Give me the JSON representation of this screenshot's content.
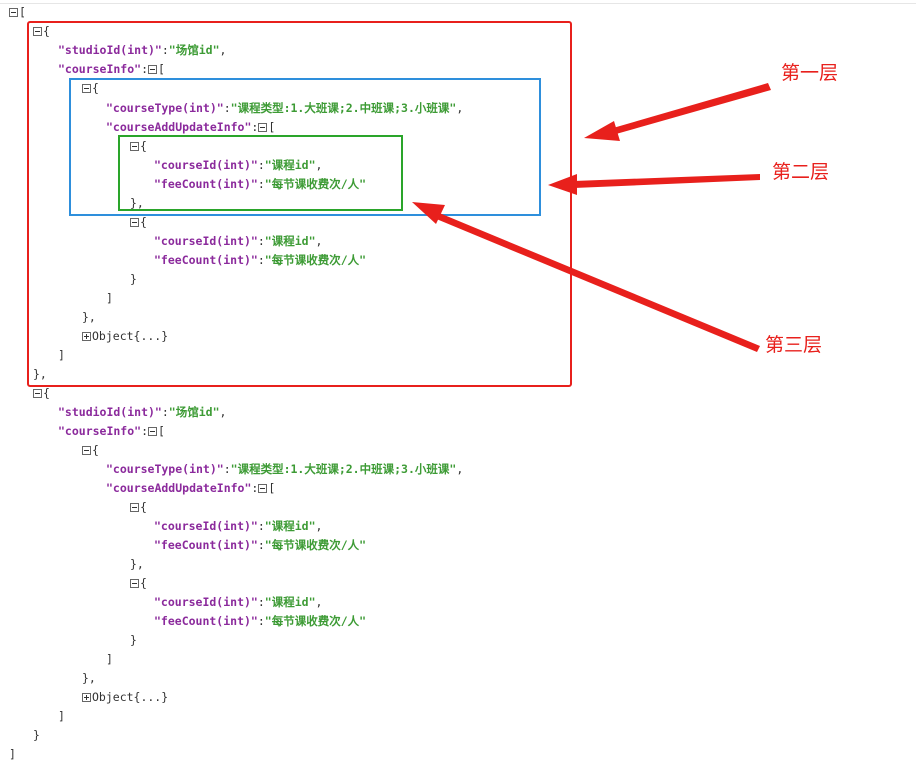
{
  "json_viewer": {
    "keys": {
      "studio_id": "\"studioId(int)\"",
      "course_info": "\"courseInfo\"",
      "course_type": "\"courseType(int)\"",
      "course_add_update_info": "\"courseAddUpdateInfo\"",
      "course_id": "\"courseId(int)\"",
      "fee_count": "\"feeCount(int)\""
    },
    "values": {
      "studio_id": "\"场馆id\"",
      "course_type": "\"课程类型:1.大班课;2.中班课;3.小班课\"",
      "course_id": "\"课程id\"",
      "fee_count": "\"每节课收费次/人\""
    },
    "collapsed_object_label": "Object{...}",
    "punct": {
      "open_bracket": "[",
      "close_bracket": "]",
      "open_brace": "{",
      "close_brace": "}",
      "close_brace_comma": "},",
      "close_bracket_comma": "],",
      "colon": ":",
      "comma": ","
    }
  },
  "annotations": {
    "layer1": "第一层",
    "layer2": "第二层",
    "layer3": "第三层",
    "colors": {
      "red": "#e8201c",
      "blue": "#2e8fdc",
      "green": "#2aa52a"
    }
  }
}
